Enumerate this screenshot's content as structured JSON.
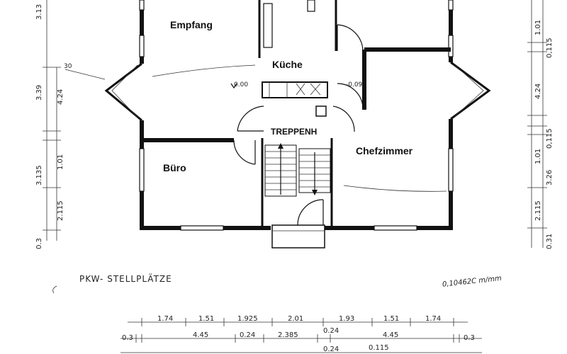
{
  "rooms": {
    "empfang": "Empfang",
    "kueche": "Küche",
    "treppenhaus": "TREPPENH",
    "buero": "Büro",
    "chefzimmer": "Chefzimmer"
  },
  "annotations": {
    "parking": "PKW- STELLPLÄTZE",
    "scale_note": "0,10462C m/mm",
    "level_left": "0.00",
    "level_right": "-0.09",
    "angle_mark": "30"
  },
  "dimensions": {
    "row1": [
      "1.74",
      "1.51",
      "1.925",
      "2.01",
      "1.93",
      "1.51",
      "1.74"
    ],
    "row2": [
      "0.3",
      "4.45",
      "0.24",
      "2.385",
      "0.24",
      "4.45",
      "0.3"
    ],
    "row2_mid": "0.24",
    "row3_mid": "0.24",
    "row3_right": "0.115",
    "left_vertical": [
      "3.13",
      "4.24",
      "3.39",
      "1.01",
      "3.135",
      "2.115",
      "0.3"
    ],
    "right_vertical": [
      "1.01",
      "0,115",
      "4.24",
      "0,115",
      "1.01",
      "3.26",
      "2.115",
      "0.31"
    ]
  }
}
